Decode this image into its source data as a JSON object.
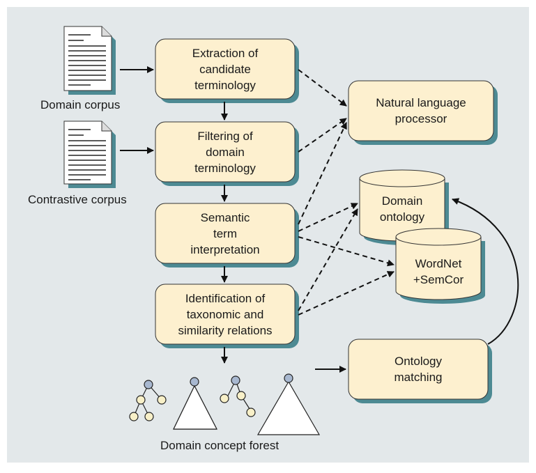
{
  "inputs": {
    "domain_corpus": "Domain corpus",
    "contrastive_corpus": "Contrastive corpus"
  },
  "steps": [
    {
      "lines": [
        "Extraction of",
        "candidate",
        "terminology"
      ]
    },
    {
      "lines": [
        "Filtering of",
        "domain",
        "terminology"
      ]
    },
    {
      "lines": [
        "Semantic",
        "term",
        "interpretation"
      ]
    },
    {
      "lines": [
        "Identification of",
        "taxonomic and",
        "similarity relations"
      ]
    }
  ],
  "nlp": {
    "lines": [
      "Natural language",
      "processor"
    ]
  },
  "stores": {
    "domain_ontology": {
      "lines": [
        "Domain",
        "ontology"
      ]
    },
    "wordnet": {
      "lines": [
        "WordNet",
        "+SemCor"
      ]
    }
  },
  "matching": {
    "lines": [
      "Ontology",
      "matching"
    ]
  },
  "forest_label": "Domain concept forest",
  "colors": {
    "background": "#e3e8ea",
    "box_fill": "#fdf0cf",
    "box_shadow": "#4d8a93",
    "node_circle": "#a8b8d0",
    "leaf_circle": "#f8f0c8"
  }
}
